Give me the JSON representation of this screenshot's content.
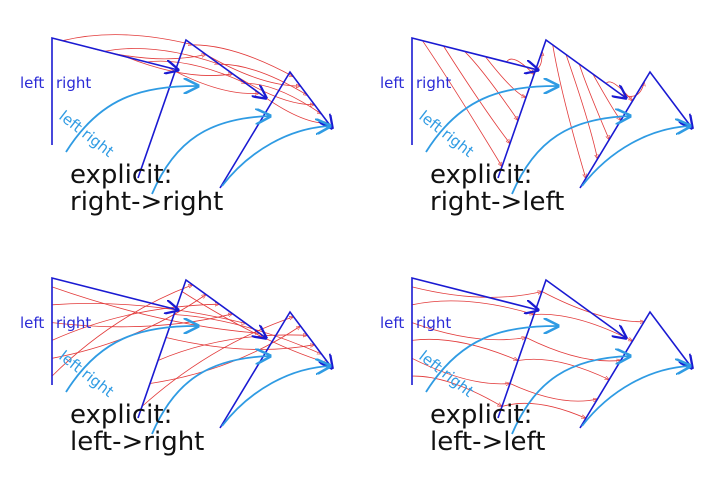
{
  "colors": {
    "frame": "#1a1ad2",
    "flow": "#2f9be3",
    "links": "#e23a3a",
    "caption": "#111111"
  },
  "panels": [
    {
      "label_left": "left",
      "label_right": "right",
      "label_diag": "left right",
      "caption_line1": "explicit:",
      "caption_line2": "right->right",
      "mode": "right-right"
    },
    {
      "label_left": "left",
      "label_right": "right",
      "label_diag": "left right",
      "caption_line1": "explicit:",
      "caption_line2": "right->left",
      "mode": "right-left"
    },
    {
      "label_left": "left",
      "label_right": "right",
      "label_diag": "left right",
      "caption_line1": "explicit:",
      "caption_line2": "left->right",
      "mode": "left-right"
    },
    {
      "label_left": "left",
      "label_right": "right",
      "label_diag": "left right",
      "caption_line1": "explicit:",
      "caption_line2": "left->left",
      "mode": "left-left"
    }
  ]
}
